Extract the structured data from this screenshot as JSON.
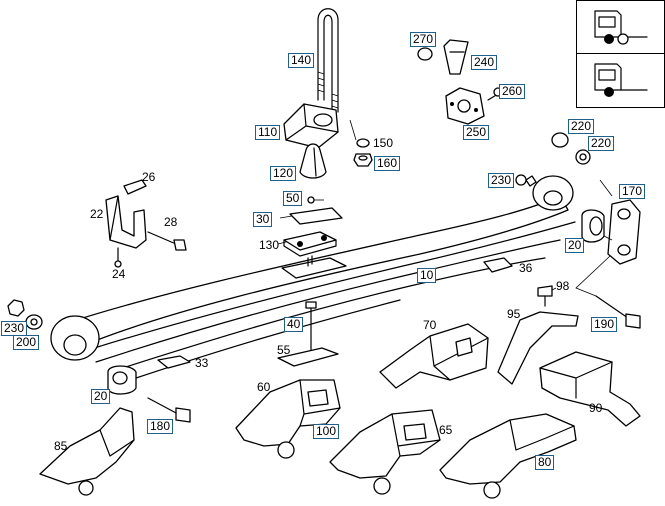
{
  "callouts": [
    {
      "id": "c140",
      "text": "140",
      "boxed": true
    },
    {
      "id": "c270",
      "text": "270",
      "boxed": true
    },
    {
      "id": "c240",
      "text": "240",
      "boxed": true
    },
    {
      "id": "c260",
      "text": "260",
      "boxed": true
    },
    {
      "id": "c250",
      "text": "250",
      "boxed": true
    },
    {
      "id": "c110",
      "text": "110",
      "boxed": true
    },
    {
      "id": "c150",
      "text": "150",
      "boxed": false
    },
    {
      "id": "c160",
      "text": "160",
      "boxed": true
    },
    {
      "id": "c220a",
      "text": "220",
      "boxed": true
    },
    {
      "id": "c220b",
      "text": "220",
      "boxed": true
    },
    {
      "id": "c120",
      "text": "120",
      "boxed": true
    },
    {
      "id": "c26",
      "text": "26",
      "boxed": false
    },
    {
      "id": "c230r",
      "text": "230",
      "boxed": true
    },
    {
      "id": "c170",
      "text": "170",
      "boxed": true
    },
    {
      "id": "c50",
      "text": "50",
      "boxed": true
    },
    {
      "id": "c22",
      "text": "22",
      "boxed": false
    },
    {
      "id": "c28",
      "text": "28",
      "boxed": false
    },
    {
      "id": "c30",
      "text": "30",
      "boxed": true
    },
    {
      "id": "c130",
      "text": "130",
      "boxed": false
    },
    {
      "id": "c20r",
      "text": "20",
      "boxed": true
    },
    {
      "id": "c24",
      "text": "24",
      "boxed": false
    },
    {
      "id": "c36",
      "text": "36",
      "boxed": false
    },
    {
      "id": "c10",
      "text": "10",
      "boxed": true
    },
    {
      "id": "c98",
      "text": "98",
      "boxed": false
    },
    {
      "id": "c95",
      "text": "95",
      "boxed": false
    },
    {
      "id": "c230l",
      "text": "230",
      "boxed": true
    },
    {
      "id": "c200",
      "text": "200",
      "boxed": true
    },
    {
      "id": "c40",
      "text": "40",
      "boxed": true
    },
    {
      "id": "c70",
      "text": "70",
      "boxed": false
    },
    {
      "id": "c190",
      "text": "190",
      "boxed": true
    },
    {
      "id": "c55",
      "text": "55",
      "boxed": false
    },
    {
      "id": "c33",
      "text": "33",
      "boxed": false
    },
    {
      "id": "c60",
      "text": "60",
      "boxed": false
    },
    {
      "id": "c20l",
      "text": "20",
      "boxed": true
    },
    {
      "id": "c90",
      "text": "90",
      "boxed": false
    },
    {
      "id": "c180",
      "text": "180",
      "boxed": true
    },
    {
      "id": "c100",
      "text": "100",
      "boxed": true
    },
    {
      "id": "c65",
      "text": "65",
      "boxed": false
    },
    {
      "id": "c85",
      "text": "85",
      "boxed": false
    },
    {
      "id": "c80",
      "text": "80",
      "boxed": true
    }
  ],
  "view_panel": {
    "views": [
      {
        "icon": "truck-rear-axle-view-icon"
      },
      {
        "icon": "truck-front-axle-view-icon"
      }
    ]
  }
}
